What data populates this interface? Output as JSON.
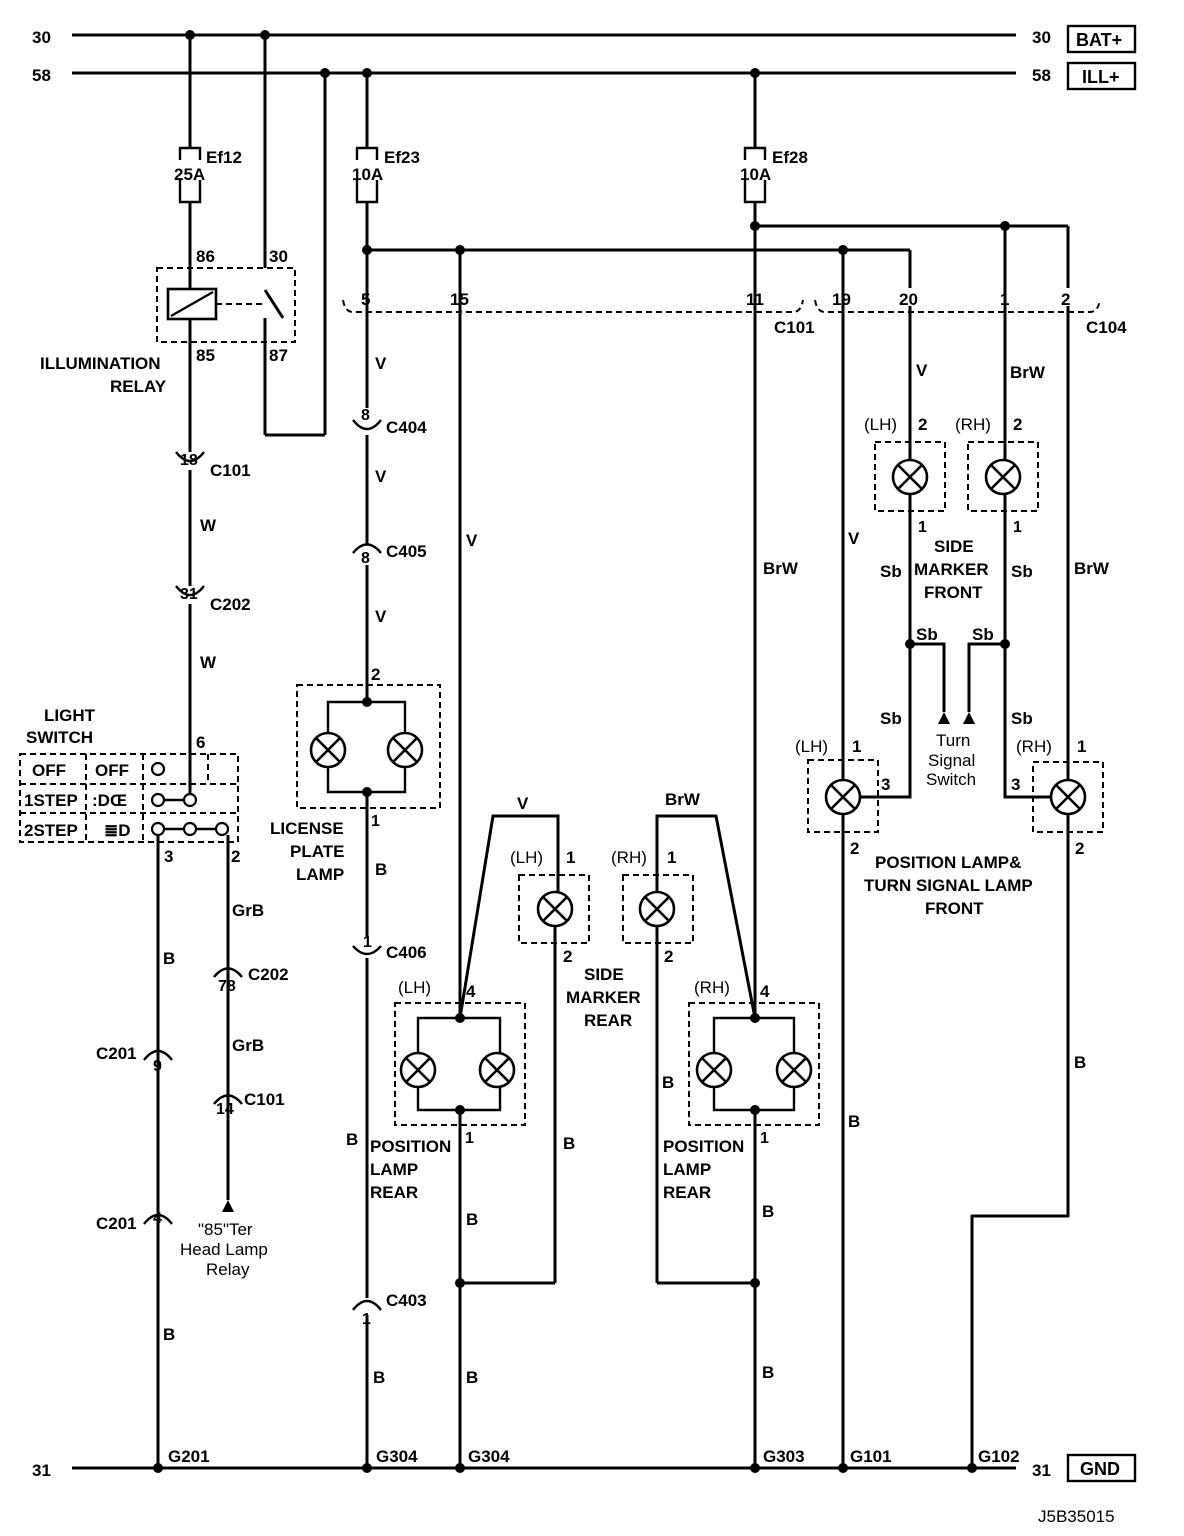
{
  "rails": {
    "bat_num_left": "30",
    "bat_num_right": "30",
    "bat_label": "BAT+",
    "ill_num_left": "58",
    "ill_num_right": "58",
    "ill_label": "ILL+",
    "gnd_num_left": "31",
    "gnd_num_right": "31",
    "gnd_label": "GND"
  },
  "fuses": {
    "ef12": {
      "name": "Ef12",
      "rating": "25A"
    },
    "ef23": {
      "name": "Ef23",
      "rating": "10A"
    },
    "ef28": {
      "name": "Ef28",
      "rating": "10A"
    }
  },
  "relay": {
    "title_line1": "ILLUMINATION",
    "title_line2": "RELAY",
    "pin86": "86",
    "pin30": "30",
    "pin85": "85",
    "pin87": "87"
  },
  "connectors": {
    "c101": "C101",
    "c104": "C104",
    "c202": "C202",
    "c201": "C201",
    "c404": "C404",
    "c405": "C405",
    "c406": "C406",
    "c403": "C403",
    "pins": {
      "c101_18": "18",
      "c202_31": "31",
      "c404_8": "8",
      "c405_8": "8",
      "c406_1": "1",
      "c403_1": "1",
      "c202_78": "78",
      "c101_14": "14",
      "c201_9": "9",
      "c201_4": "4",
      "c101_5": "5",
      "c101_15": "15",
      "c101_11": "11",
      "c104_19": "19",
      "c104_20": "20",
      "c104_1": "1",
      "c104_2": "2"
    }
  },
  "wires": {
    "v": "V",
    "w": "W",
    "brw": "BrW",
    "b": "B",
    "sb": "Sb",
    "grb": "GrB"
  },
  "light_switch": {
    "title_line1": "LIGHT",
    "title_line2": "SWITCH",
    "pos_off": "OFF",
    "pos_off_sym": "OFF",
    "pos_1step": "1STEP",
    "pos_2step": "2STEP",
    "pin6": "6",
    "pin3": "3",
    "pin2": "2"
  },
  "license_lamp": {
    "line1": "LICENSE",
    "line2": "PLATE",
    "line3": "LAMP",
    "pin2": "2",
    "pin1": "1"
  },
  "side_marker_rear": {
    "line1": "SIDE",
    "line2": "MARKER",
    "line3": "REAR",
    "lh": "(LH)",
    "rh": "(RH)",
    "pin1": "1",
    "pin2": "2"
  },
  "position_rear": {
    "line1": "POSITION",
    "line2": "LAMP",
    "line3": "REAR",
    "lh": "(LH)",
    "rh": "(RH)",
    "pin4": "4",
    "pin1": "1"
  },
  "side_marker_front": {
    "line1": "SIDE",
    "line2": "MARKER",
    "line3": "FRONT",
    "lh": "(LH)",
    "rh": "(RH)",
    "pin2": "2",
    "pin1": "1"
  },
  "position_front": {
    "line1": "POSITION LAMP&",
    "line2": "TURN SIGNAL LAMP",
    "line3": "FRONT",
    "lh": "(LH)",
    "rh": "(RH)",
    "pin1": "1",
    "pin2": "2",
    "pin3": "3"
  },
  "turn_signal": {
    "line1": "Turn",
    "line2": "Signal",
    "line3": "Switch"
  },
  "headlamp_relay": {
    "line1": "\"85\"Ter",
    "line2": "Head Lamp",
    "line3": "Relay"
  },
  "grounds": {
    "g201": "G201",
    "g304a": "G304",
    "g304b": "G304",
    "g303": "G303",
    "g101": "G101",
    "g102": "G102"
  },
  "diagram_code": "J5B35015"
}
